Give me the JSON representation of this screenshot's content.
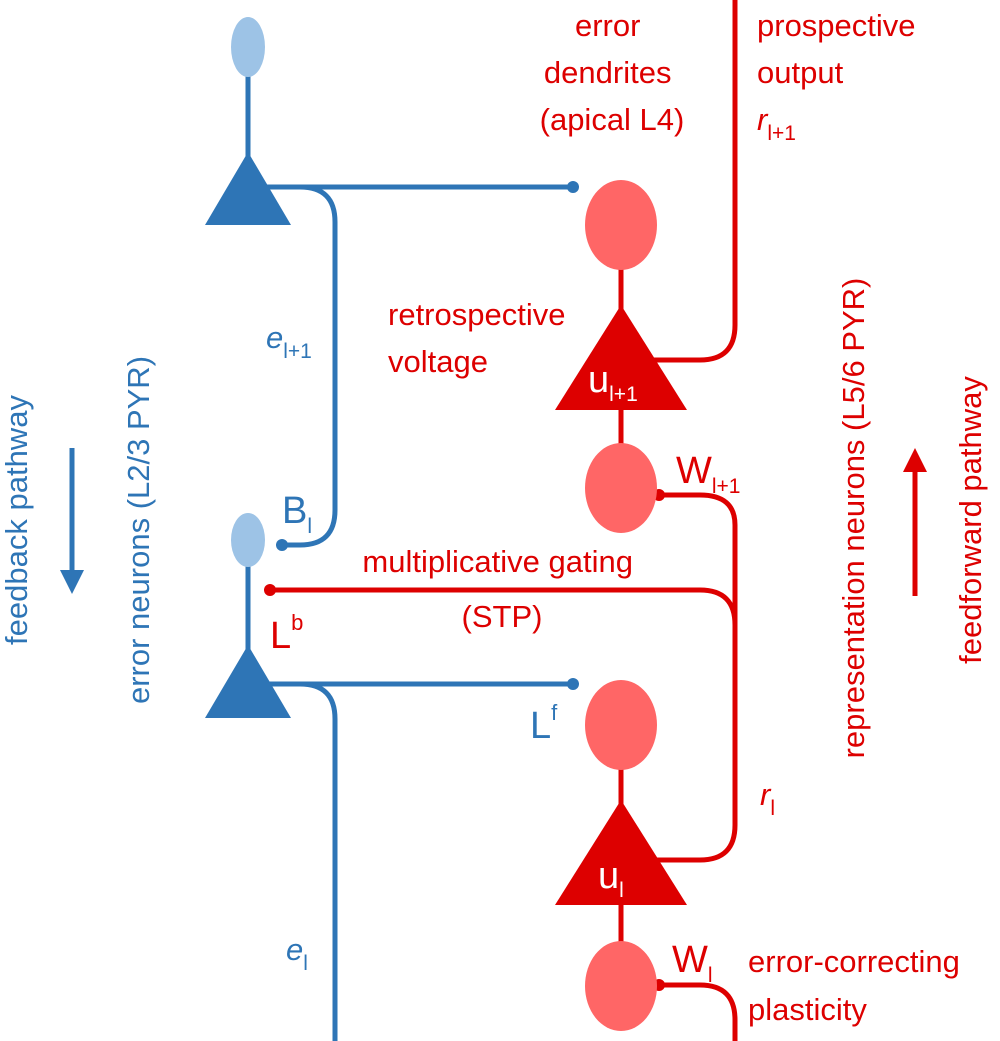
{
  "colors": {
    "red": "#dd0000",
    "red_light": "#ff6666",
    "blue": "#2e75b6",
    "blue_light": "#9dc3e6",
    "white": "#ffffff"
  },
  "labels": {
    "error_dendrites": [
      "error",
      "dendrites",
      "(apical L4)"
    ],
    "prospective_output": [
      "prospective",
      "output"
    ],
    "r_l1": {
      "main": "r",
      "sub": "l+1"
    },
    "retrospective_voltage": [
      "retrospective",
      "voltage"
    ],
    "u_l1": {
      "main": "u",
      "sub": "l+1"
    },
    "e_l1": {
      "main": "e",
      "sub": "l+1"
    },
    "W_l1": {
      "main": "W",
      "sub": "l+1"
    },
    "B_l": {
      "main": "B",
      "sub": "l"
    },
    "multiplicative_gating": [
      "multiplicative gating",
      "(STP)"
    ],
    "L_b": {
      "main": "L",
      "sup": "b"
    },
    "L_f": {
      "main": "L",
      "sup": "f"
    },
    "r_l": {
      "main": "r",
      "sub": "l"
    },
    "u_l": {
      "main": "u",
      "sub": "l"
    },
    "e_l": {
      "main": "e",
      "sub": "l"
    },
    "W_l": {
      "main": "W",
      "sub": "l"
    },
    "error_correcting_plasticity": [
      "error-correcting",
      "plasticity"
    ],
    "feedback_pathway": "feedback pathway",
    "error_neurons": "error neurons (L2/3 PYR)",
    "representation_neurons": "representation neurons (L5/6 PYR)",
    "feedforward_pathway": "feedforward pathway"
  }
}
